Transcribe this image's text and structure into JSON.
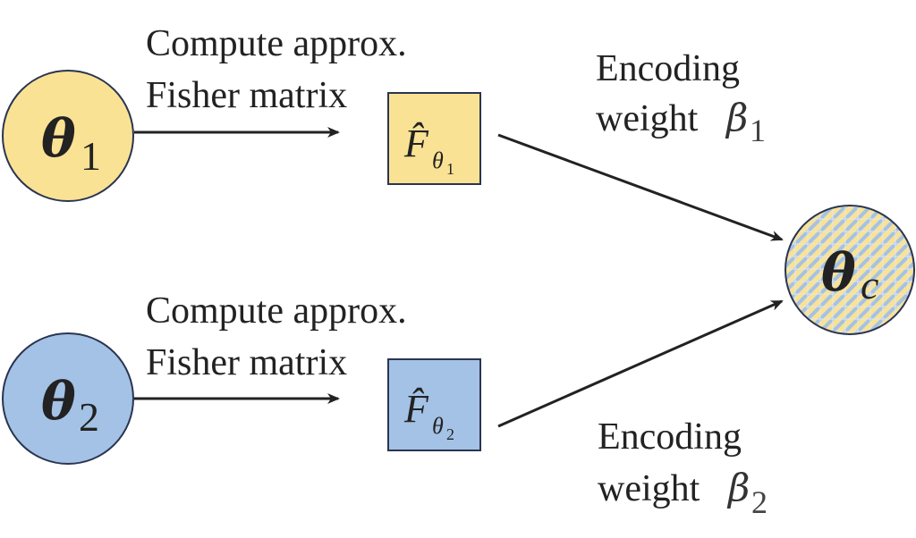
{
  "diagram": {
    "colors": {
      "yellow": "#fae294",
      "blue": "#a4c2e6",
      "outline": "#2a3550",
      "arrow": "#222222"
    },
    "node_1": {
      "symbol": "θ",
      "subscript": "1"
    },
    "node_2": {
      "symbol": "θ",
      "subscript": "2"
    },
    "node_c": {
      "symbol": "θ",
      "subscript": "c"
    },
    "fisher_1": {
      "symbol": "F̂",
      "sub_symbol": "θ",
      "sub_index": "1"
    },
    "fisher_2": {
      "symbol": "F̂",
      "sub_symbol": "θ",
      "sub_index": "2"
    },
    "edge_top_label": {
      "line1": "Compute approx.",
      "line2": "Fisher matrix"
    },
    "edge_bottom_label": {
      "line1": "Compute approx.",
      "line2": "Fisher matrix"
    },
    "weight_top": {
      "line1": "Encoding",
      "line2_text": "weight",
      "symbol": "β",
      "subscript": "1"
    },
    "weight_bottom": {
      "line1": "Encoding",
      "line2_text": "weight",
      "symbol": "β",
      "subscript": "2"
    }
  }
}
